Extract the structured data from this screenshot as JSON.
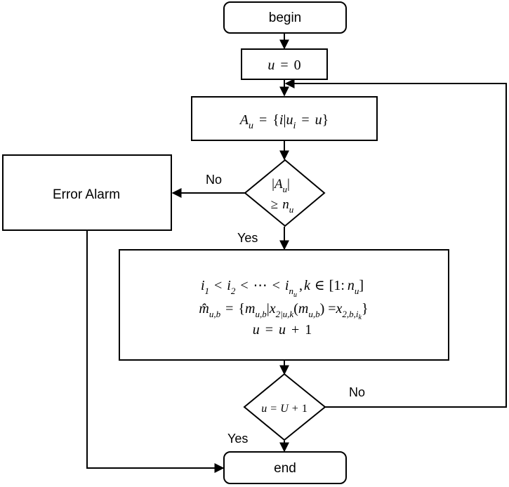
{
  "nodes": {
    "begin": {
      "label": "begin"
    },
    "init": {
      "label": "u = 0"
    },
    "set_a": {
      "label": "A_u = {i|u_i = u}"
    },
    "check_size": {
      "line1": "|A_u|",
      "line2": "≥ n_u"
    },
    "error": {
      "label": "Error Alarm"
    },
    "process": {
      "line1": "i_1 < i_2 < ⋯ < i_{n_u} , k ∈ [1: n_u]",
      "line2": "m̂_{u,b} = {m_{u,b}|x_{2|u,k}(m_{u,b}) =x_{2,b,i_k}}",
      "line3": "u = u + 1"
    },
    "check_end": {
      "label": "u = U + 1"
    },
    "end": {
      "label": "end"
    }
  },
  "edges": {
    "size_no": "No",
    "size_yes": "Yes",
    "end_no": "No",
    "end_yes": "Yes"
  }
}
